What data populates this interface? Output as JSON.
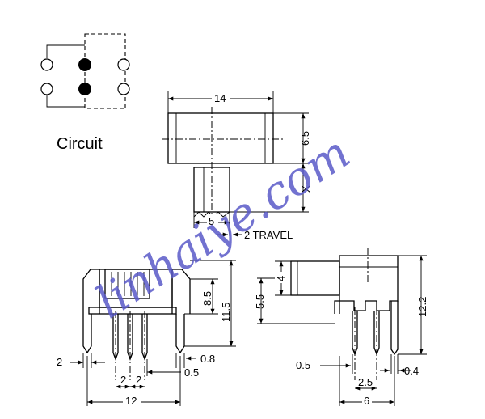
{
  "circuit": {
    "label": "Circuit"
  },
  "top_view": {
    "width": "14",
    "height": "6.5",
    "knob_width": "5",
    "travel_symbol": "X",
    "travel_note": "2 TRAVEL"
  },
  "front_view": {
    "body_height": "8.5",
    "total_height": "11.5",
    "pin_offset": "2",
    "pin_width": "0.8",
    "pin_thickness": "0.5",
    "pitch_left": "2",
    "pitch_right": "2",
    "total_width": "12"
  },
  "side_view": {
    "knob_height": "4",
    "knob_level": "5.5",
    "total_height": "12.2",
    "pin_width": "0.5",
    "pin_thickness": "0.4",
    "pin_pitch": "2.5",
    "width": "6"
  },
  "watermark": {
    "text": "linhaiye.com"
  }
}
